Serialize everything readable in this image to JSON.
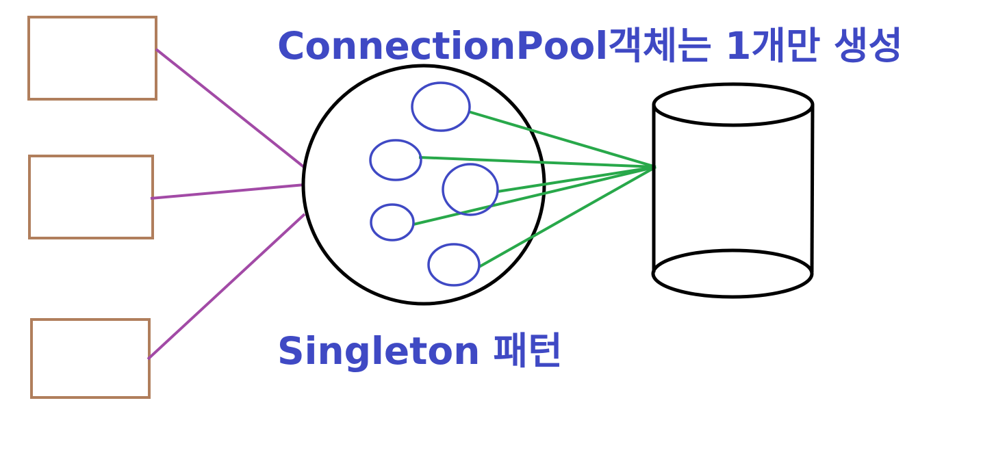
{
  "diagram": {
    "title": "ConnectionPool객체는 1개만 생성",
    "subtitle": "Singleton 패턴",
    "colors": {
      "text": "#3f49c4",
      "client_box": "#b07e5c",
      "client_line": "#a24aa6",
      "connection": "#3f49c4",
      "pool_outline": "#000000",
      "db_outline": "#000000",
      "link_line": "#28a84a"
    },
    "clients": [
      {
        "id": "client-1"
      },
      {
        "id": "client-2"
      },
      {
        "id": "client-3"
      }
    ],
    "connections": [
      {
        "id": "conn-1"
      },
      {
        "id": "conn-2"
      },
      {
        "id": "conn-3"
      },
      {
        "id": "conn-4"
      },
      {
        "id": "conn-5"
      }
    ],
    "icons": {
      "pool": "connection-pool-circle",
      "database": "database-cylinder"
    }
  }
}
